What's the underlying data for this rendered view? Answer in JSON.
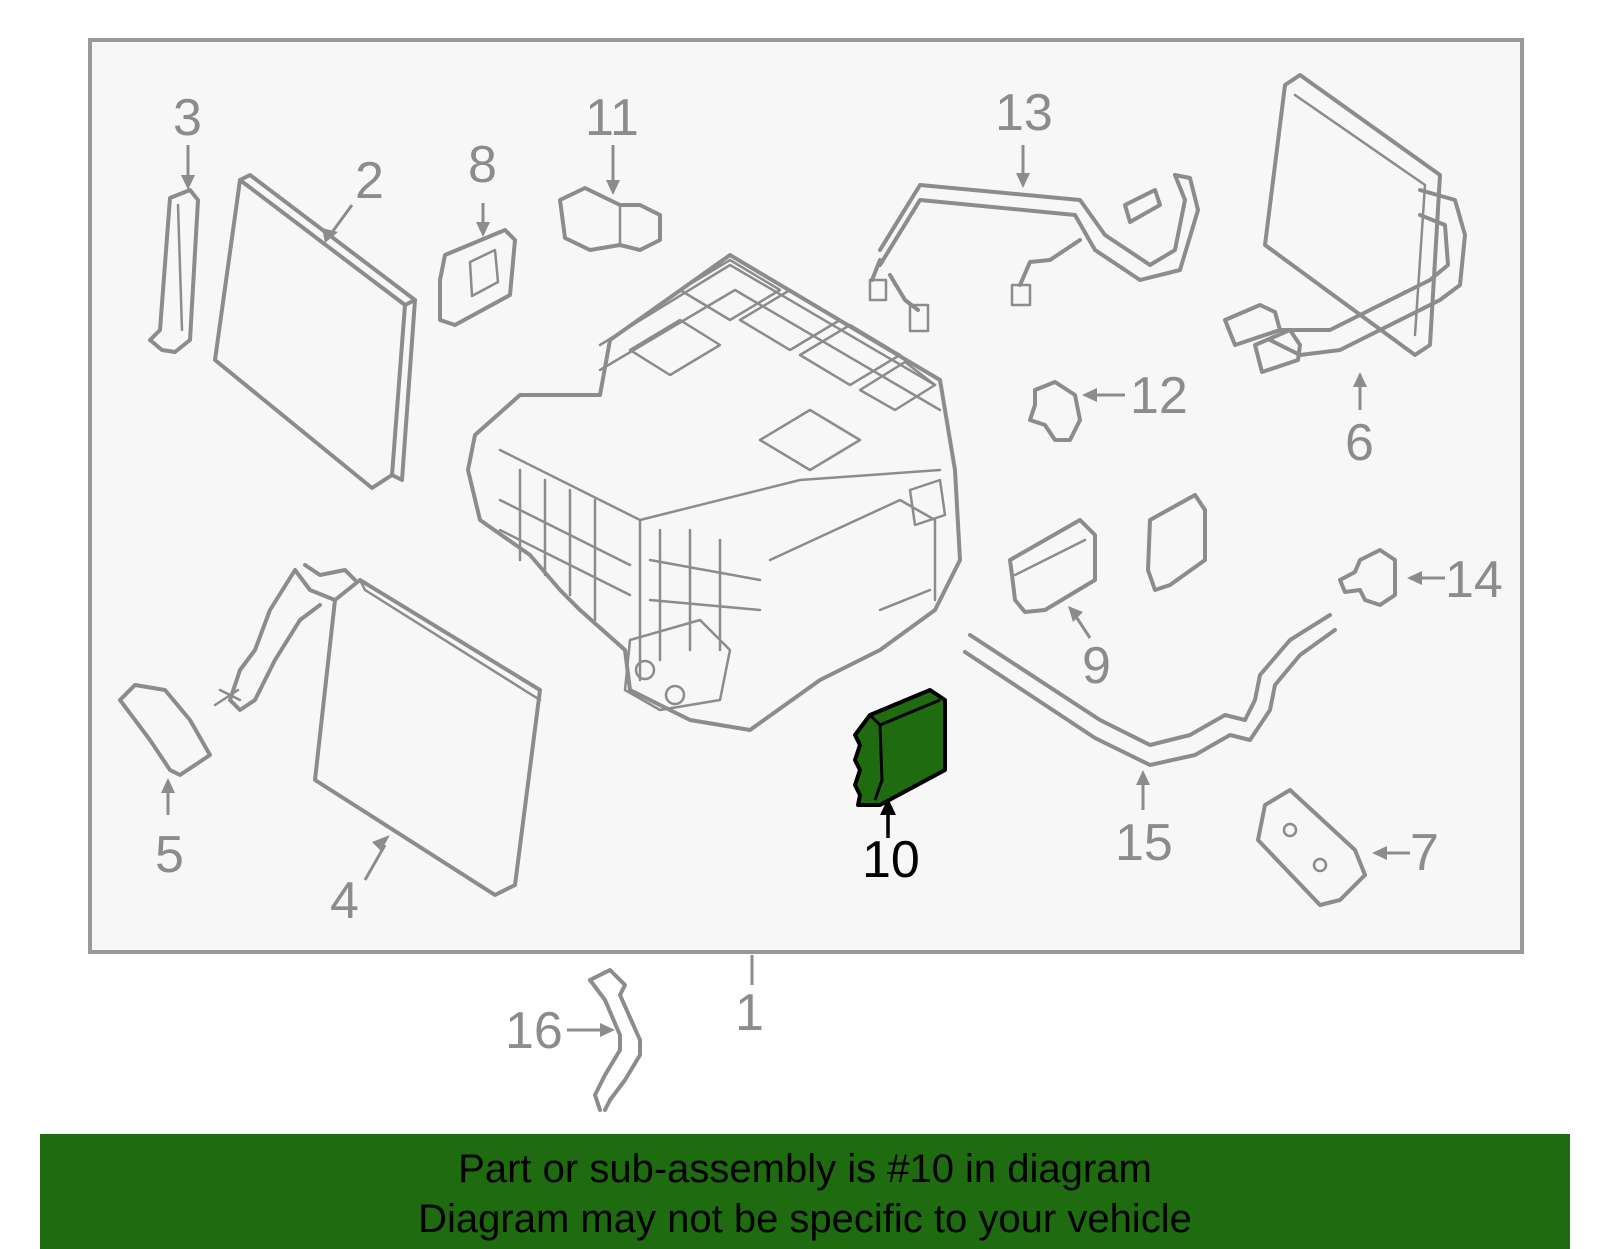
{
  "diagram": {
    "highlight_color": "#1e6b10",
    "highlighted_part": "10",
    "callouts": [
      {
        "id": "1",
        "label": "1"
      },
      {
        "id": "2",
        "label": "2"
      },
      {
        "id": "3",
        "label": "3"
      },
      {
        "id": "4",
        "label": "4"
      },
      {
        "id": "5",
        "label": "5"
      },
      {
        "id": "6",
        "label": "6"
      },
      {
        "id": "7",
        "label": "7"
      },
      {
        "id": "8",
        "label": "8"
      },
      {
        "id": "9",
        "label": "9"
      },
      {
        "id": "10",
        "label": "10"
      },
      {
        "id": "11",
        "label": "11"
      },
      {
        "id": "12",
        "label": "12"
      },
      {
        "id": "13",
        "label": "13"
      },
      {
        "id": "14",
        "label": "14"
      },
      {
        "id": "15",
        "label": "15"
      },
      {
        "id": "16",
        "label": "16"
      }
    ]
  },
  "banner": {
    "background": "#1e6b10",
    "line1": "Part or sub-assembly is #10 in diagram",
    "line2": "Diagram may not be specific to your vehicle"
  }
}
